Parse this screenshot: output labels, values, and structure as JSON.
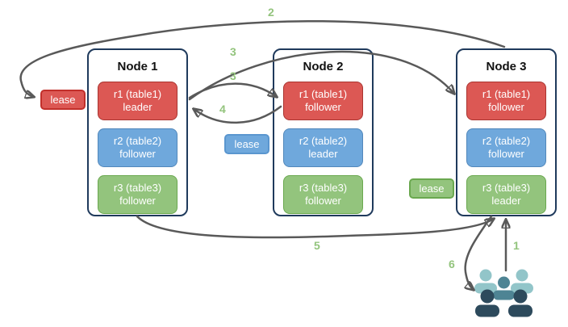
{
  "diagram": {
    "nodes": [
      {
        "title": "Node 1",
        "replicas": [
          {
            "line1": "r1 (table1)",
            "line2": "leader",
            "color": "red"
          },
          {
            "line1": "r2 (table2)",
            "line2": "follower",
            "color": "blue"
          },
          {
            "line1": "r3 (table3)",
            "line2": "follower",
            "color": "green"
          }
        ]
      },
      {
        "title": "Node 2",
        "replicas": [
          {
            "line1": "r1 (table1)",
            "line2": "follower",
            "color": "red"
          },
          {
            "line1": "r2 (table2)",
            "line2": "leader",
            "color": "blue"
          },
          {
            "line1": "r3 (table3)",
            "line2": "follower",
            "color": "green"
          }
        ]
      },
      {
        "title": "Node 3",
        "replicas": [
          {
            "line1": "r1 (table1)",
            "line2": "follower",
            "color": "red"
          },
          {
            "line1": "r2 (table2)",
            "line2": "follower",
            "color": "blue"
          },
          {
            "line1": "r3 (table3)",
            "line2": "leader",
            "color": "green"
          }
        ]
      }
    ],
    "leases": [
      {
        "label": "lease",
        "color": "red"
      },
      {
        "label": "lease",
        "color": "blue"
      },
      {
        "label": "lease",
        "color": "green"
      }
    ],
    "steps": {
      "s1": "1",
      "s2": "2",
      "s3a": "3",
      "s3b": "3",
      "s4": "4",
      "s5": "5",
      "s6": "6"
    },
    "icons": {
      "users_group": "five-person-user-group-icon"
    },
    "colors": {
      "red_fill": "#dc5854",
      "red_border": "#a93430",
      "blue_fill": "#6fa8dc",
      "blue_border": "#5288bb",
      "green_fill": "#93c47d",
      "green_border": "#6aa84f",
      "node_border": "#1f3a5c",
      "arrow": "#595959",
      "step_label": "#93c47d",
      "people_light": "#92c5c9",
      "people_mid": "#4e8494",
      "people_dark": "#2d4a5c"
    }
  }
}
